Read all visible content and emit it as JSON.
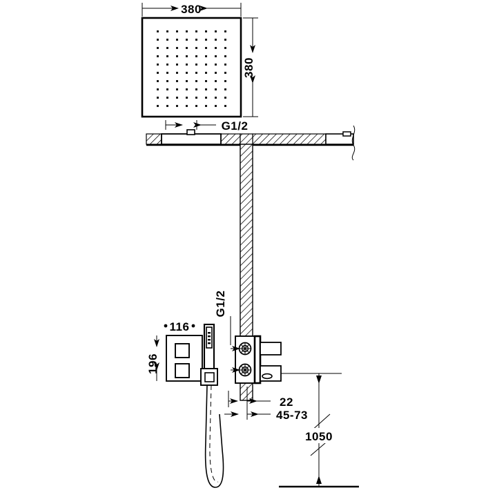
{
  "drawing": {
    "title": "Built-in thermostatic shower set — dimensioned elevation",
    "units": "mm",
    "line_color": "#000000",
    "background_color": "#ffffff"
  },
  "dimensions": {
    "head_width": "380",
    "head_depth": "380",
    "ceiling_inlet_thread": "G1/2",
    "wall_outlet_thread": "G1/2",
    "plate_width": "116",
    "plate_height": "196",
    "body_projection": "22",
    "install_depth_range": "45-73",
    "valve_height_from_floor": "1050"
  },
  "components": {
    "ceiling_shower_head": "square-ceiling-shower-head",
    "ceiling_slab": "ceiling-section-hatched",
    "wall": "wall-section-hatched",
    "control_plate": "thermostatic-control-plate",
    "control_buttons": [
      "square-button-upper",
      "square-button-lower"
    ],
    "hand_shower": "slim-square-hand-shower",
    "hand_shower_holder": "square-wall-bracket",
    "flexible_hose": "flexible-shower-hose",
    "built_in_body": "concealed-valve-body",
    "valve_stems": [
      "stem-upper",
      "stem-lower"
    ],
    "floor_line": "floor-datum-line"
  }
}
